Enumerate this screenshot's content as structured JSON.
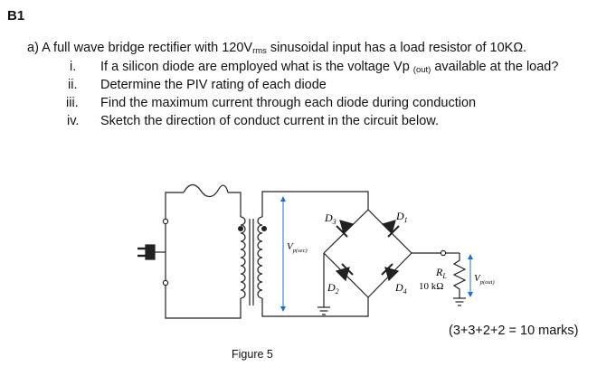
{
  "label": "B1",
  "question": {
    "marker": "a)",
    "pre": "A full wave bridge rectifier with 120V",
    "rms": "rms",
    "post": " sinusoidal input has a load resistor of 10KΩ.",
    "items": [
      {
        "num": "i.",
        "pre": "If a silicon diode are employed what is the voltage Vp ",
        "sub": "(out)",
        "post": " available at the load?"
      },
      {
        "num": "ii.",
        "pre": "Determine the PIV rating of each diode",
        "sub": "",
        "post": ""
      },
      {
        "num": "iii.",
        "pre": "Find the maximum current through each diode during conduction",
        "sub": "",
        "post": ""
      },
      {
        "num": "iv.",
        "pre": "Sketch the direction of conduct current in the circuit below.",
        "sub": "",
        "post": ""
      }
    ]
  },
  "circuit": {
    "d1": "D",
    "d1_sub": "1",
    "d2": "D",
    "d2_sub": "2",
    "d3": "D",
    "d3_sub": "3",
    "d4": "D",
    "d4_sub": "4",
    "rl": "R",
    "rl_sub": "L",
    "rl_value": "10 kΩ",
    "vsec": "V",
    "vsec_sub": "p(sec)",
    "vout": "V",
    "vout_sub": "p(out)"
  },
  "marks": "(3+3+2+2 = 10 marks)",
  "figure_caption": "Figure 5"
}
